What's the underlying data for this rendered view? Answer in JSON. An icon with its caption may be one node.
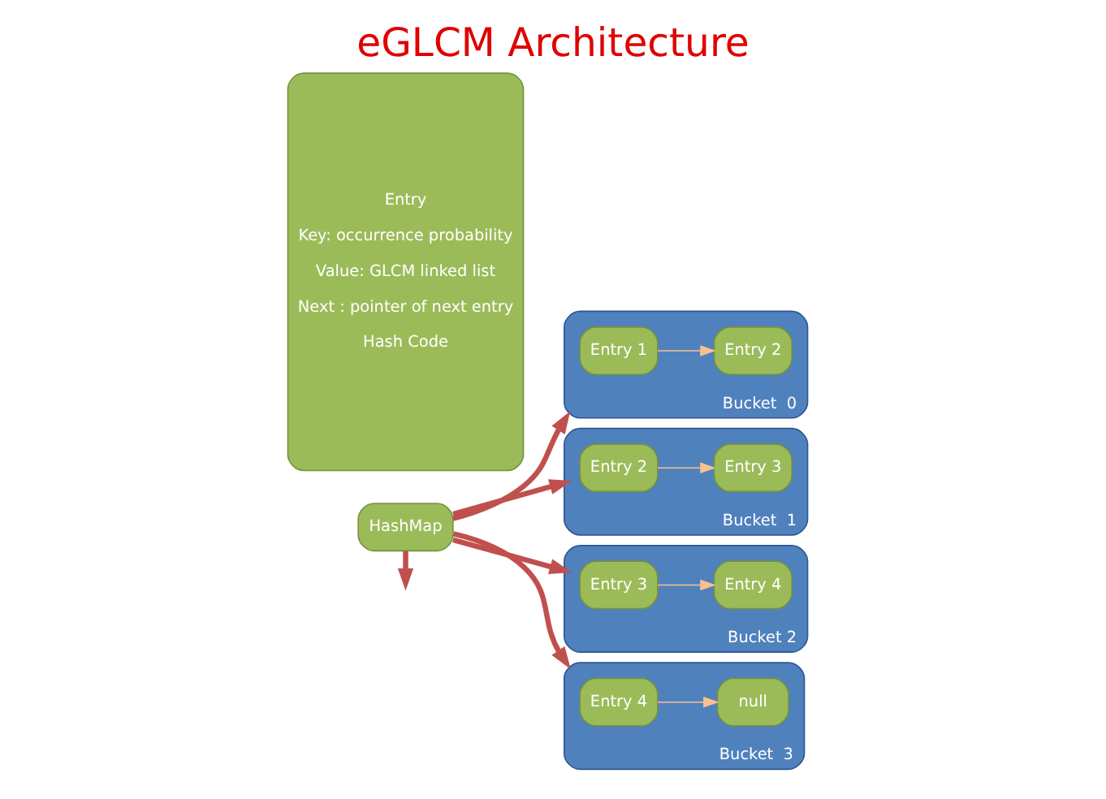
{
  "diagram": {
    "title": "eGLCM Architecture",
    "nodes": [
      {
        "text": [
          "HashMap"
        ]
      },
      {
        "text": [
          "Bucket  0"
        ]
      },
      {
        "text": [
          "Entry 1"
        ],
        "in": 1
      },
      {
        "text": [
          "Entry 2"
        ],
        "in": 1
      },
      {
        "text": [
          "Bucket  1"
        ]
      },
      {
        "text": [
          "Entry 2"
        ],
        "in": 4
      },
      {
        "text": [
          "Entry 3"
        ],
        "in": 4
      },
      {
        "text": [
          "Bucket 2"
        ]
      },
      {
        "text": [
          "Entry 3"
        ],
        "in": 7
      },
      {
        "text": [
          "Entry 4"
        ],
        "in": 7
      },
      {
        "text": [
          "Bucket  3"
        ]
      },
      {
        "text": [
          "Entry 4"
        ],
        "in": 10
      },
      {
        "text": [
          "null"
        ],
        "in": 10
      },
      {
        "text": [
          "Entry",
          "Key: occurrence probability",
          "Value: GLCM linked list",
          "Next : pointer of next entry",
          "Hash Code"
        ]
      }
    ],
    "edges": [
      {
        "from": 0,
        "to": 1,
        "arrow": "to"
      },
      {
        "from": 2,
        "to": 3,
        "arrow": "to",
        "color": "#fac090"
      },
      {
        "from": 0,
        "to": 4,
        "arrow": "to"
      },
      {
        "from": 5,
        "to": 6,
        "arrow": "to",
        "color": "#fac090"
      },
      {
        "from": 0,
        "to": 7,
        "arrow": "to"
      },
      {
        "from": 8,
        "to": 9,
        "arrow": "to",
        "color": "#fac090"
      },
      {
        "from": 0,
        "to": 10,
        "arrow": "to"
      },
      {
        "from": 11,
        "to": 12,
        "arrow": "to",
        "color": "#fac090"
      },
      {
        "from": 0,
        "to": null,
        "arrow": "to"
      }
    ]
  }
}
